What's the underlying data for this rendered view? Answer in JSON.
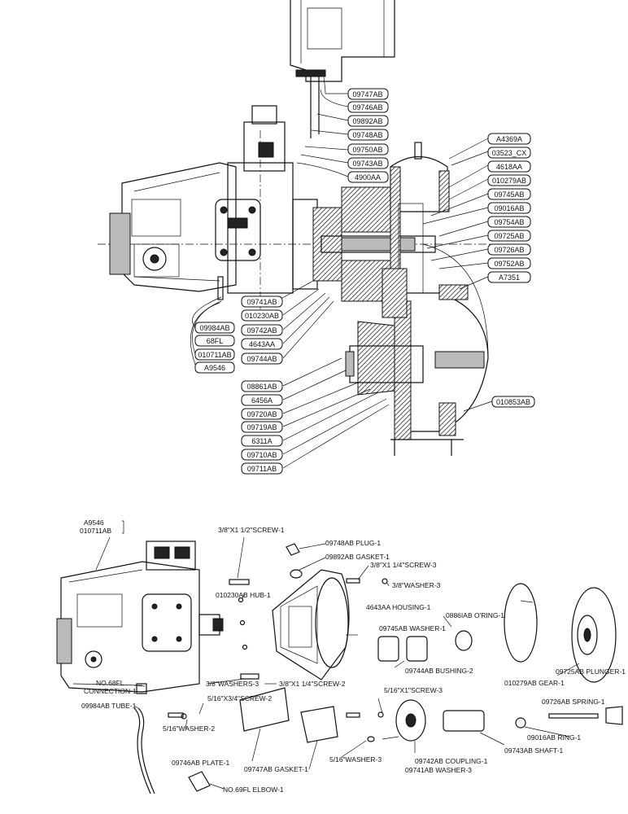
{
  "top_callouts": [
    "09747AB",
    "09746AB",
    "09892AB",
    "09748AB",
    "09750AB",
    "09743AB",
    "4900AA",
    "A4369A",
    "03523_CX",
    "4618AA",
    "010279AB",
    "09745AB",
    "09016AB",
    "09754AB",
    "09725AB",
    "09726AB",
    "09752AB",
    "A7351",
    "09741AB",
    "010230AB",
    "09742AB",
    "4643AA",
    "09744AB",
    "09984AB",
    "68FL",
    "010711AB",
    "A9546",
    "08861AB",
    "6456A",
    "09720AB",
    "09719AB",
    "6311A",
    "09710AB",
    "09711AB",
    "010853AB"
  ],
  "parts_list": {
    "assembly_label": [
      "A9546",
      "010711AB"
    ],
    "items": [
      "3/8\"X1 1/2\"SCREW-1",
      "09748AB PLUG-1",
      "09892AB GASKET-1",
      "3/8\"X1 1/4\"SCREW-3",
      "3/8\"WASHER-3",
      "010230AB HUB-1",
      "4643AA HOUSING-1",
      "0886IAB O'RING-1",
      "09745AB WASHER-1",
      "09744AB BUSHING-2",
      "010279AB GEAR-1",
      "09725AB PLUNGER-1",
      "3/8\"WASHERS-3",
      "3/8\"X1 1/4\"SCREW-2",
      "NO.68FL",
      "CONNECTION-1",
      "5/16\"X1\"SCREW-3",
      "09726AB SPRING-1",
      "09984AB TUBE-1",
      "5/16\"X3/4\"SCREW-2",
      "5/16\"WASHER-2",
      "09016AB RING-1",
      "09743AB SHAFT-1",
      "09746AB PLATE-1",
      "09747AB GASKET-1",
      "5/16\"WASHER-3",
      "09742AB COUPLING-1",
      "09741AB WASHER-3",
      "NO.69FL ELBOW-1"
    ]
  }
}
